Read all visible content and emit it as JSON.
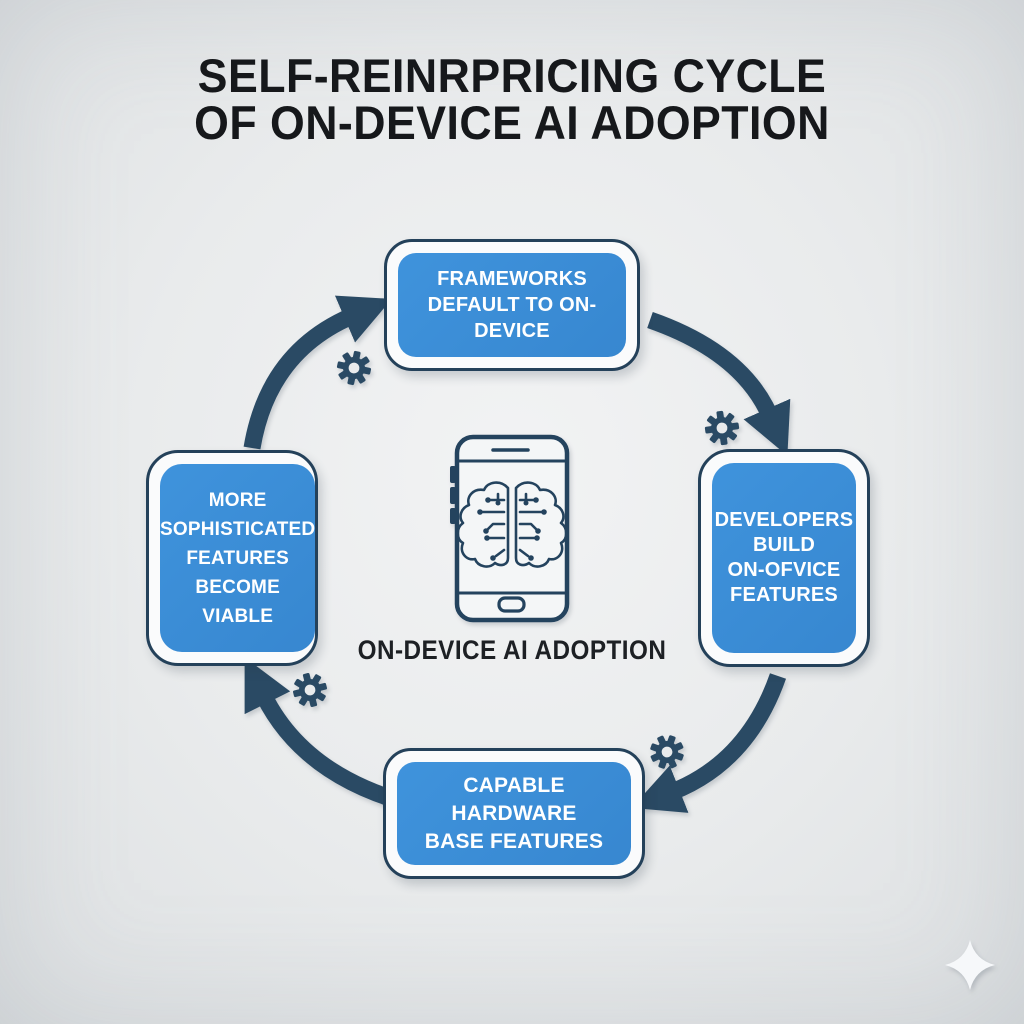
{
  "title": "SELF-REINRPRICING CYCLE\nOF ON-DEVICE AI ADOPTION",
  "center": {
    "label": "ON-DEVICE AI ADOPTION",
    "icon": "smartphone-brain-icon"
  },
  "cycle": {
    "direction": "clockwise",
    "nodes": [
      {
        "id": "top",
        "label": "FRAMEWORKS\nDEFAULT TO ON-DEVICE"
      },
      {
        "id": "right",
        "label": "DEVELOPERS\nBUILD\nON-OFVICE\nFEATURES"
      },
      {
        "id": "bottom",
        "label": "CAPABLE\nHARDWARE\nBASE FEATURES"
      },
      {
        "id": "left",
        "label": "MORE\nSOPHISTICATED\nFEATURES\nBECOME VIABLE"
      }
    ],
    "connector_icon": "gear-icon",
    "connector_count": 4
  },
  "decorations": {
    "sparkle_icon": "sparkle-icon"
  },
  "colors": {
    "background": "#e9ebec",
    "node_fill": "#3b8fd9",
    "node_border": "#24415a",
    "node_text": "#ffffff",
    "arrow": "#2a4a64",
    "title_text": "#16181b",
    "center_text": "#1d2024",
    "sparkle": "#f6f8fa"
  }
}
